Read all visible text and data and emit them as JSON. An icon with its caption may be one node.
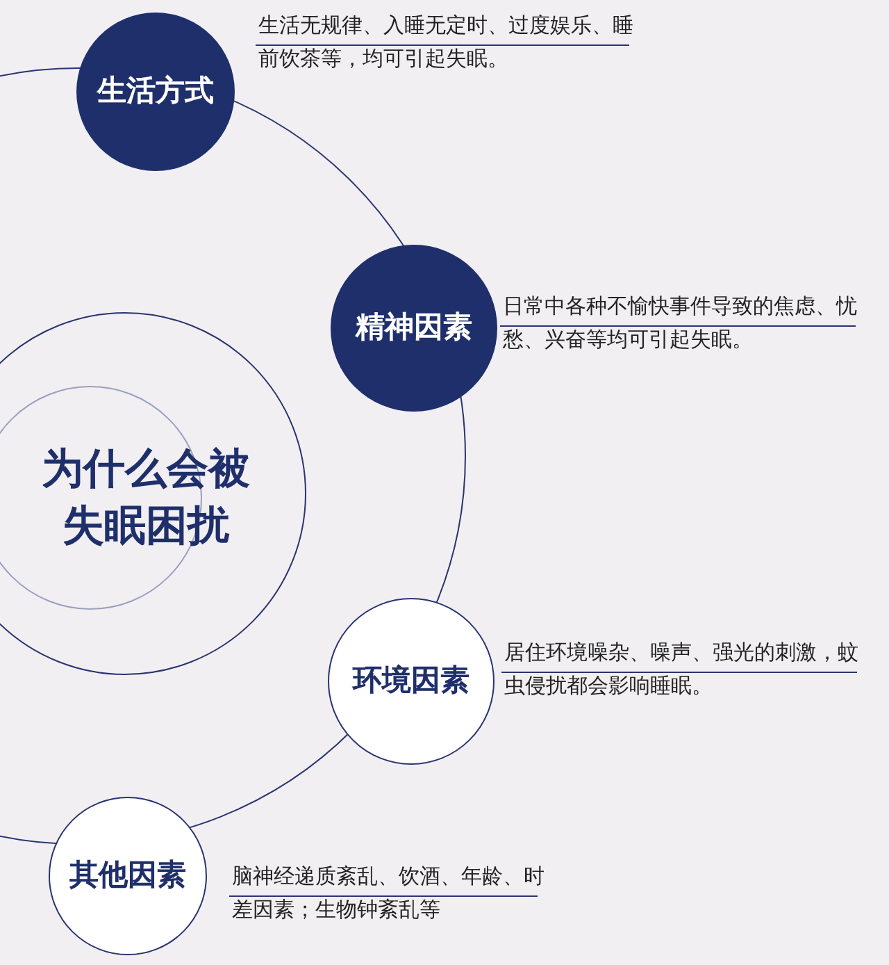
{
  "diagram": {
    "nodes": [
      {
        "text": [
          "为什么会被失眠困扰"
        ]
      },
      {
        "text": [
          "生活方式"
        ],
        "beside": [
          "生活无规律、入睡无定时、过度娱乐、睡前饮茶等，均可引起失眠。"
        ]
      },
      {
        "text": [
          "精神因素"
        ],
        "beside": [
          "日常中各种不愉快事件导致的焦虑、忧愁、兴奋等均可引起失眠。"
        ]
      },
      {
        "text": [
          "环境因素"
        ],
        "beside": [
          "居住环境噪杂、噪声、强光的刺激，蚊虫侵扰都会影响睡眠。"
        ]
      },
      {
        "text": [
          "其他因素"
        ],
        "beside": [
          "脑神经递质紊乱、饮酒、年龄、时差因素；生物钟紊乱等"
        ]
      }
    ]
  }
}
